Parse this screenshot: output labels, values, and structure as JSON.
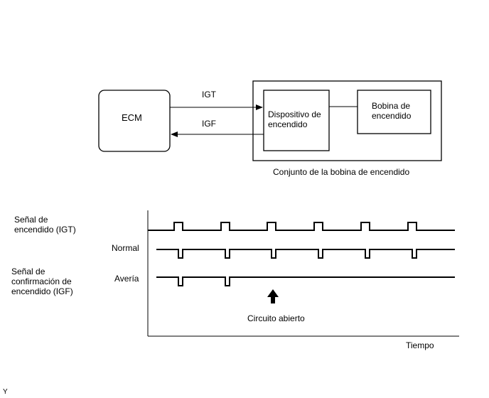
{
  "block_diagram": {
    "ecm_label": "ECM",
    "igt_label": "IGT",
    "igf_label": "IGF",
    "igniter_label": "Dispositivo de\nencendido",
    "coil_label": "Bobina de\nencendido",
    "assembly_caption": "Conjunto de la bobina de encendido"
  },
  "timing_chart": {
    "igt_signal_label": "Señal de\nencendido (IGT)",
    "igf_signal_label": "Señal de\nconfirmación de\nencendido (IGF)",
    "normal_label": "Normal",
    "fault_label": "Avería",
    "open_circuit_label": "Circuito abierto",
    "x_axis_label": "Tiempo",
    "igt_pulse_count": 6,
    "igf_normal_pulse_count": 6,
    "igf_fault_pulse_count": 2
  },
  "corner_mark": "Y"
}
